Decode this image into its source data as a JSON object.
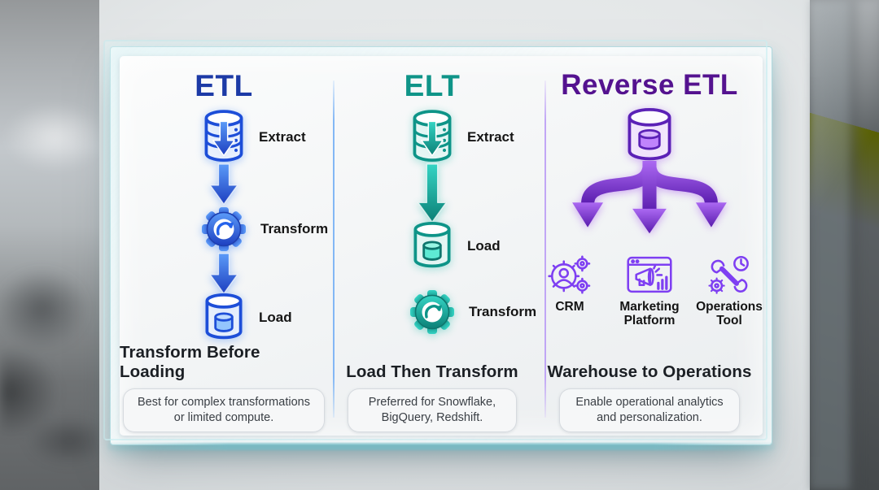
{
  "diagram": {
    "etl": {
      "title": "ETL",
      "labels": {
        "extract": "Extract",
        "transform": "Transform",
        "load": "Load"
      },
      "heading": "Transform Before Loading",
      "note": "Best for complex transformations or limited compute.",
      "accent_color": "#1c3aa6"
    },
    "elt": {
      "title": "ELT",
      "labels": {
        "extract": "Extract",
        "load": "Load",
        "transform": "Transform"
      },
      "heading": "Load Then Transform",
      "note": "Preferred for Snowflake, BigQuery, Redshift.",
      "accent_color": "#0f9488"
    },
    "reverse_etl": {
      "title": "Reverse ETL",
      "destinations": {
        "crm": "CRM",
        "marketing": "Marketing Platform",
        "operations": "Operations Tool"
      },
      "heading": "Warehouse to Operations",
      "note": "Enable operational analytics and personalization.",
      "accent_color": "#54128f"
    },
    "divider_colors": {
      "etl_elt": "#7db4f5",
      "elt_reverse": "#bea2f5"
    }
  }
}
